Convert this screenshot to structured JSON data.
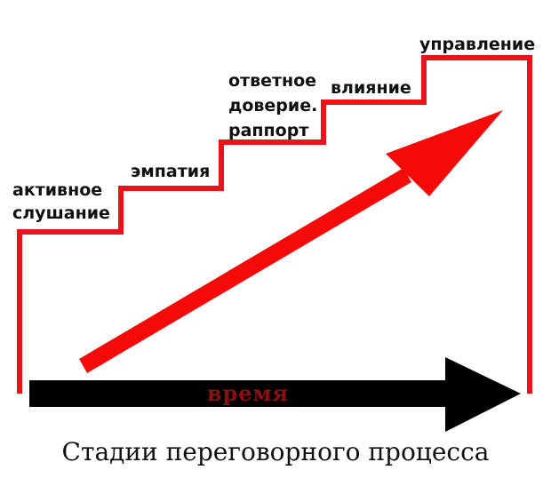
{
  "stages": [
    {
      "id": "active-listening",
      "lines": [
        "активное",
        "слушание"
      ]
    },
    {
      "id": "empathy",
      "lines": [
        "эмпатия"
      ]
    },
    {
      "id": "reciprocal-trust",
      "lines": [
        "ответное",
        "доверие.",
        "раппорт"
      ]
    },
    {
      "id": "influence",
      "lines": [
        "влияние"
      ]
    },
    {
      "id": "management",
      "lines": [
        "управление"
      ]
    }
  ],
  "time_label": "время",
  "caption": "Стадии переговорного процесса",
  "colors": {
    "staircase": "#e8141a",
    "growth_arrow": "#f50a0a",
    "time_arrow": "#000000",
    "time_label": "#8b1010",
    "text": "#111111"
  }
}
